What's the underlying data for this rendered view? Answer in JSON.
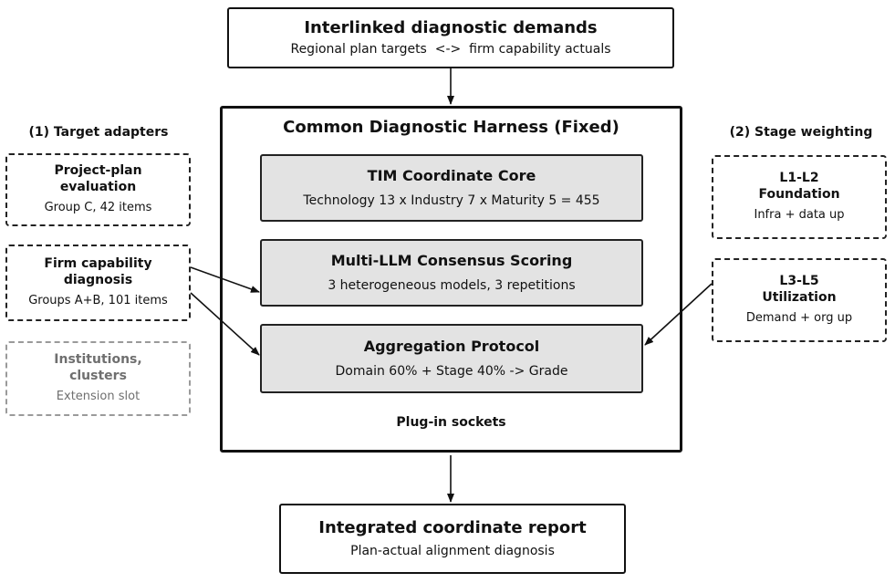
{
  "top_box": {
    "title": "Interlinked diagnostic demands",
    "subtitle": "Regional plan targets  <->  firm capability actuals"
  },
  "harness": {
    "title": "Common Diagnostic Harness (Fixed)",
    "modules": [
      {
        "title": "TIM Coordinate Core",
        "subtitle": "Technology 13 x Industry 7 x Maturity 5 = 455"
      },
      {
        "title": "Multi-LLM Consensus Scoring",
        "subtitle": "3 heterogeneous models, 3 repetitions"
      },
      {
        "title": "Aggregation Protocol",
        "subtitle": "Domain 60% + Stage 40% -> Grade"
      }
    ],
    "footer": "Plug-in sockets"
  },
  "left_panel": {
    "heading": "(1) Target adapters",
    "items": [
      {
        "title": "Project-plan evaluation",
        "subtitle": "Group C, 42 items"
      },
      {
        "title": "Firm capability diagnosis",
        "subtitle": "Groups A+B, 101 items"
      },
      {
        "title": "Institutions, clusters",
        "subtitle": "Extension slot"
      }
    ]
  },
  "right_panel": {
    "heading": "(2) Stage weighting",
    "items": [
      {
        "title_line1": "L1-L2",
        "title_line2": "Foundation",
        "subtitle": "Infra + data up"
      },
      {
        "title_line1": "L3-L5",
        "title_line2": "Utilization",
        "subtitle": "Demand + org up"
      }
    ]
  },
  "bottom_box": {
    "title": "Integrated coordinate report",
    "subtitle": "Plan-actual alignment diagnosis"
  }
}
